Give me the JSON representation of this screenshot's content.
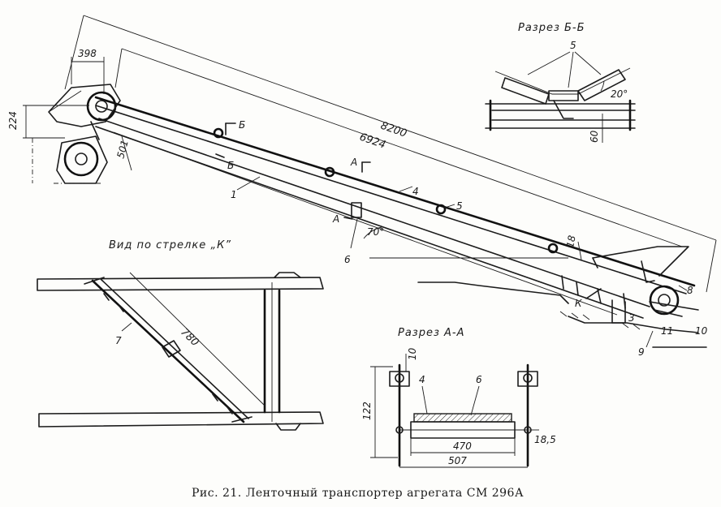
{
  "caption": "Рис. 21. Ленточный транспортер агрегата СМ 296А",
  "sections": {
    "view_k": "Вид по стрелке „К”",
    "section_bb": "Разрез Б-Б",
    "section_aa": "Разрез А-А"
  },
  "dimensions": {
    "d398": "398",
    "d224": "224",
    "d501": "501",
    "d8200": "8200",
    "d6924": "6924",
    "d780": "780",
    "d18": "18",
    "d60": "60",
    "d10": "10",
    "d122": "122",
    "d470": "470",
    "d507": "507",
    "d18_5": "18,5",
    "angle20": "20°",
    "angle70": "70°"
  },
  "section_marks": {
    "b_upper": "Б",
    "b_lower": "Б",
    "a_upper": "А",
    "a_lower": "А",
    "k_arrow": "К"
  },
  "part_labels": {
    "p1": "1",
    "p3": "3",
    "p4": "4",
    "p5": "5",
    "p5_bb": "5",
    "p6": "6",
    "p6_aa": "6",
    "p4_aa": "4",
    "p7": "7",
    "p8": "8",
    "p9": "9",
    "p10": "10",
    "p11": "11"
  }
}
